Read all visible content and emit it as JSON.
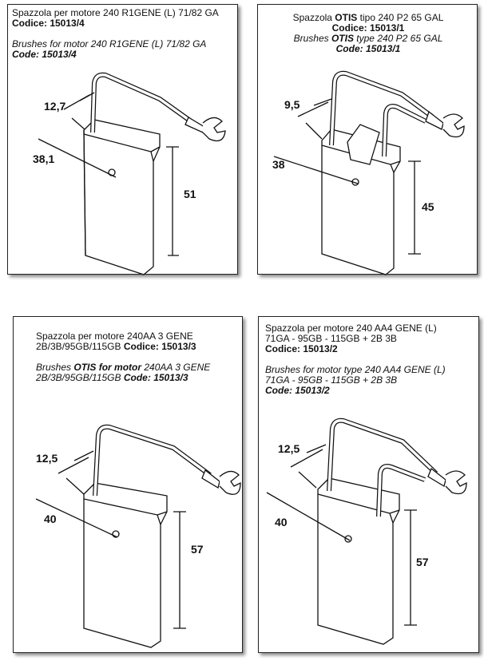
{
  "cards": [
    {
      "it_line1": "Spazzola per motore 240 R1GENE (L) 71/82 GA",
      "it_code": "Codice: 15013/4",
      "en_line1": "Brushes for motor 240 R1GENE (L) 71/82 GA",
      "en_code": "Code: 15013/4",
      "dims": {
        "width": "12,7",
        "depth": "38,1",
        "height": "51"
      }
    },
    {
      "it_prefix": "Spazzola ",
      "it_brand": "OTIS",
      "it_suffix": " tipo 240 P2 65 GAL",
      "it_code": "Codice: 15013/1",
      "en_prefix": "Brushes ",
      "en_brand": "OTIS",
      "en_suffix": " type 240 P2 65 GAL",
      "en_code": "Code: 15013/1",
      "dims": {
        "width": "9,5",
        "depth": "38",
        "height": "45"
      }
    },
    {
      "it_line1": "Spazzola per motore 240AA 3 GENE",
      "it_line2": "2B/3B/95GB/115GB ",
      "it_code": "Codice: 15013/3",
      "en_prefix": "Brushes ",
      "en_brand": "OTIS for motor",
      "en_line1_suffix": " 240AA 3 GENE",
      "en_line2": "2B/3B/95GB/115GB ",
      "en_code": "Code: 15013/3",
      "dims": {
        "width": "12,5",
        "depth": "40",
        "height": "57"
      }
    },
    {
      "it_line1": "Spazzola per motore 240 AA4 GENE (L)",
      "it_line2": "71GA - 95GB - 115GB + 2B 3B",
      "it_code": "Codice: 15013/2",
      "en_line1": "Brushes for motor type 240 AA4 GENE (L)",
      "en_line2": "71GA - 95GB - 115GB + 2B 3B",
      "en_code": "Code: 15013/2",
      "dims": {
        "width": "12,5",
        "depth": "40",
        "height": "57"
      }
    }
  ]
}
